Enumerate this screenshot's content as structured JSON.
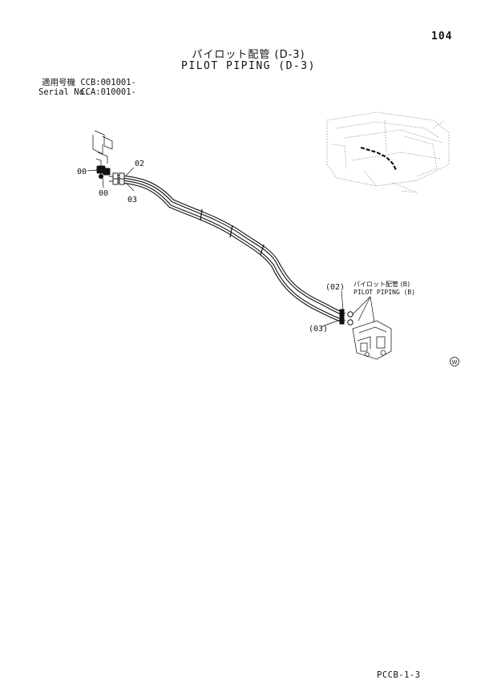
{
  "page": {
    "number": "104",
    "title_jp": "パイロット配管 (D-3)",
    "title_en": "PILOT PIPING (D-3)",
    "footer_code": "PCCB-1-3"
  },
  "applicability": {
    "jp_label": "適用号機",
    "jp_value": "CCB:001001-",
    "en_label": "Serial No.",
    "en_value": "CCA:010001-"
  },
  "callouts": {
    "part_00_a": "00",
    "part_00_b": "00",
    "part_02": "02",
    "part_03": "03",
    "part_02_ref": "(02)",
    "part_03_ref": "(03)",
    "ref_jp": "パイロット配管 (B)",
    "ref_en": "PILOT PIPING (B)",
    "circle_mark": "W"
  }
}
